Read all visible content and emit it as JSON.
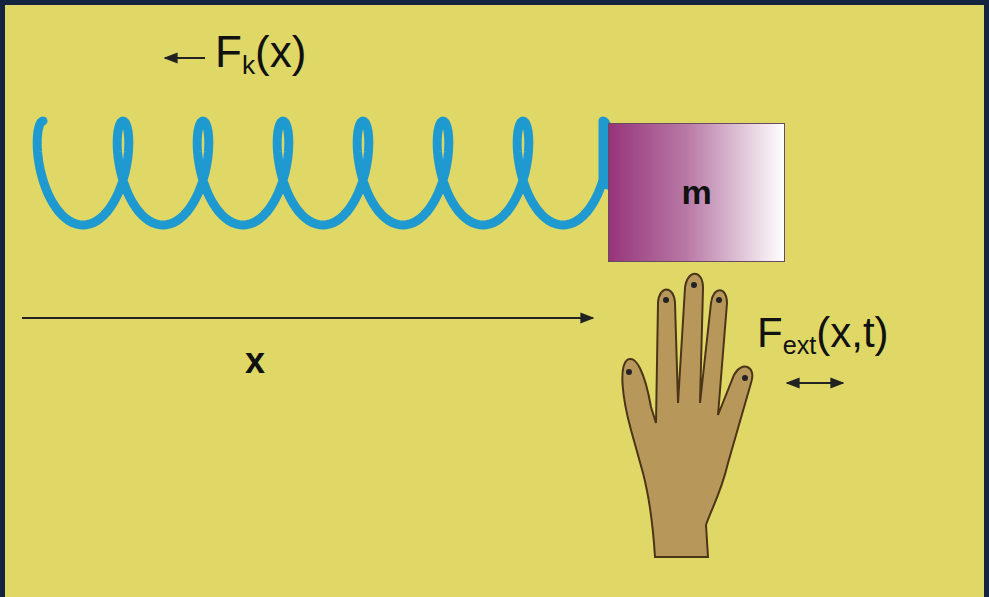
{
  "diagram": {
    "nodes": [
      {
        "text": [
          "m"
        ]
      }
    ],
    "labels": [
      "Fk(x)",
      "x",
      "Fext(x,t)"
    ]
  }
}
